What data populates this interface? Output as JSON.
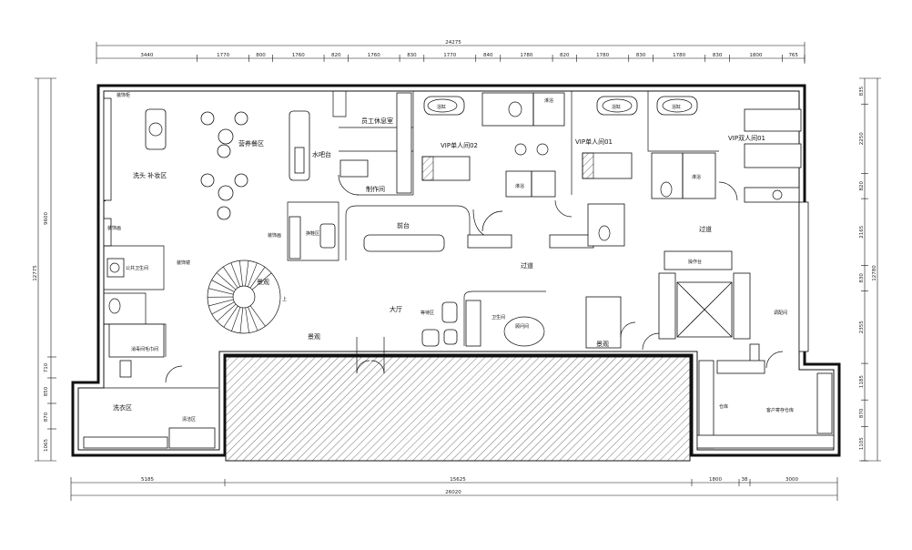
{
  "dims": {
    "top_total": "24275",
    "top": [
      "3440",
      "1770",
      "800",
      "1760",
      "820",
      "1760",
      "830",
      "1770",
      "840",
      "1780",
      "820",
      "1780",
      "830",
      "1780",
      "830",
      "1800",
      "765"
    ],
    "left_total": "12775",
    "left_upper": "9600",
    "left_lower": [
      "710",
      "850",
      "870",
      "1065"
    ],
    "right": [
      "835",
      "2250",
      "820",
      "2165",
      "830",
      "2355",
      "1185",
      "870",
      "1105"
    ],
    "right_total": "12780",
    "bottom": [
      "5185",
      "15625",
      "1800",
      "38",
      "3000"
    ],
    "bottom_total": "26020"
  },
  "rooms": {
    "makeup": "洗头 补妆区",
    "nutrition": "营养餐区",
    "staff_rest": "员工休息室",
    "water_bar": "水吧台",
    "production": "制作间",
    "vip2": "VIP单人间02",
    "vip1": "VIP单人间01",
    "vip_double": "VIP双人间01",
    "decor1": "装饰画",
    "decor2": "装饰画",
    "shoes": "换鞋区",
    "reception": "前台",
    "corridor1": "过道",
    "corridor2": "过道",
    "public_wc": "公共卫生间",
    "landscape1": "景观",
    "landscape2": "景观",
    "landscape3": "景观",
    "hall": "大厅",
    "waiting": "等待区",
    "consult": "顾问间",
    "bar_counter": "操作台",
    "mixing": "调配间",
    "disinfect": "消毒间毛巾间",
    "laundry": "洗衣区",
    "cleaning": "清洁区",
    "warehouse": "仓库",
    "client_storage": "客户寄存仓库",
    "up": "上",
    "tub": "浴缸",
    "shower": "淋浴",
    "toilet": "卫生间",
    "cabinet": "装饰柜",
    "mirror": "装饰镜"
  }
}
